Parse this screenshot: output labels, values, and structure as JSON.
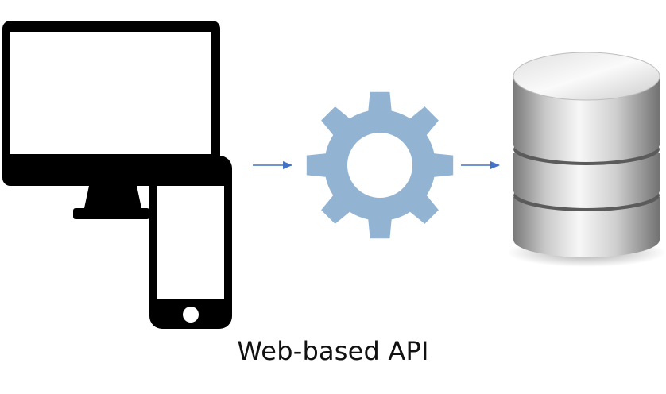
{
  "diagram": {
    "caption": "Web-based API",
    "nodes": [
      {
        "id": "client-devices",
        "icon": "desktop-and-mobile-icon"
      },
      {
        "id": "api",
        "icon": "gear-icon"
      },
      {
        "id": "database",
        "icon": "database-icon"
      }
    ],
    "edges": [
      {
        "from": "client-devices",
        "to": "api"
      },
      {
        "from": "api",
        "to": "database"
      }
    ],
    "colors": {
      "device": "#000000",
      "gear": "#93b3d3",
      "arrow": "#4472c4",
      "database_light": "#f2f2f2",
      "database_dark": "#6f6f6f",
      "caption": "#111111"
    }
  }
}
